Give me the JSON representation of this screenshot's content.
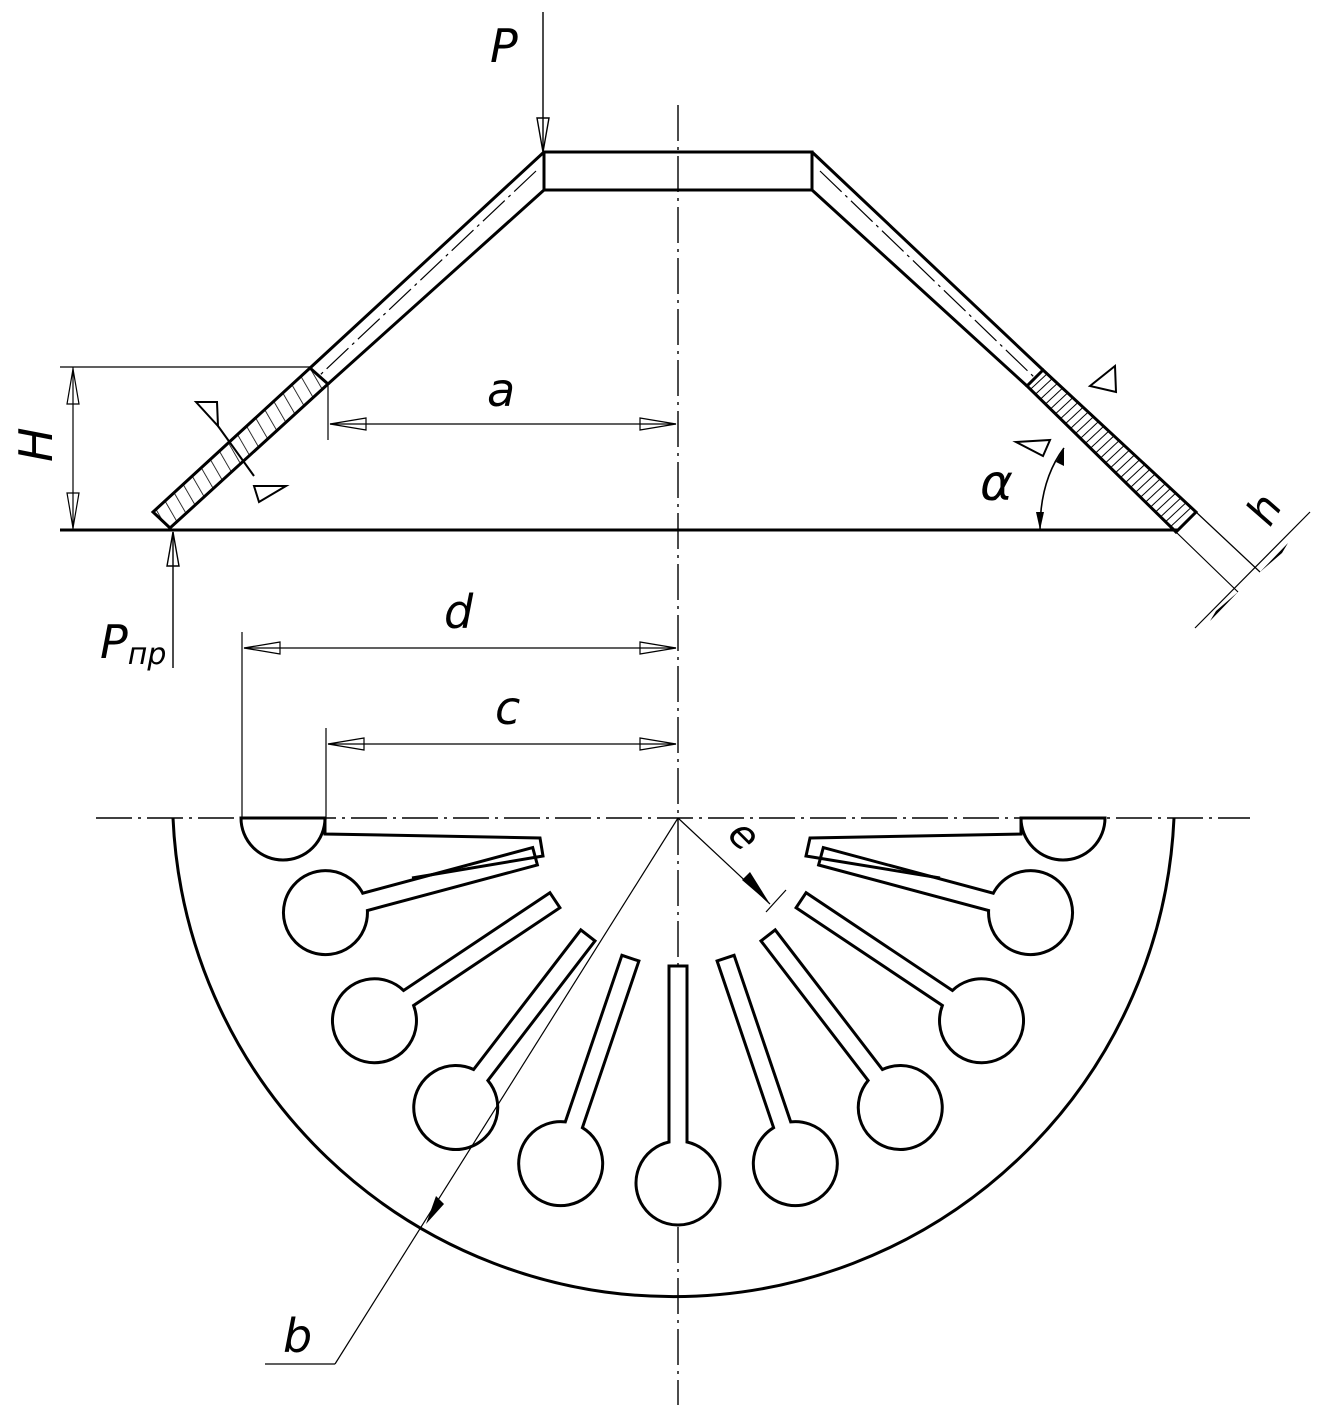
{
  "labels": {
    "P": "P",
    "P_pr_main": "P",
    "P_pr_sub": "пр",
    "H": "H",
    "a": "a",
    "alpha": "α",
    "h": "h",
    "d": "d",
    "c": "c",
    "e": "e",
    "b": "b"
  },
  "colors": {
    "line": "#000000",
    "background": "#ffffff"
  }
}
